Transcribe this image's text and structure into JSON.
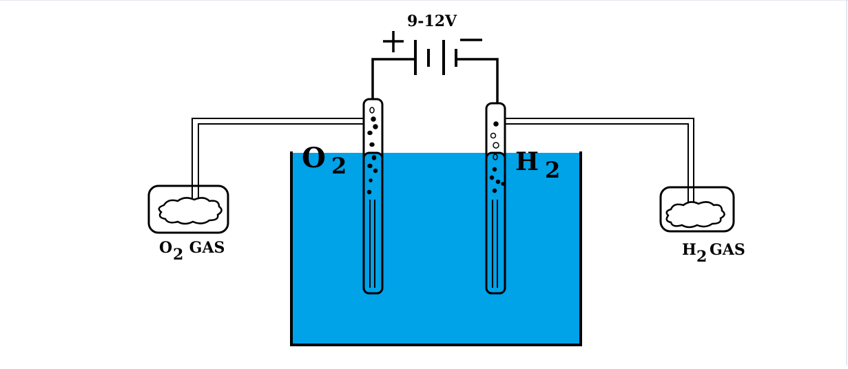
{
  "battery": {
    "voltage_label": "9-12V",
    "plus_sign": "+",
    "minus_sign": "−"
  },
  "electrodes": {
    "left": {
      "gas_symbol": "O",
      "subscript": "2"
    },
    "right": {
      "gas_symbol": "H",
      "subscript": "2"
    }
  },
  "collectors": {
    "left": {
      "symbol": "O",
      "subscript": "2",
      "suffix": " GAS"
    },
    "right": {
      "symbol": "H",
      "subscript": "2",
      "suffix": "GAS"
    }
  },
  "colors": {
    "water": "#00a2e8",
    "outline": "#000000",
    "background": "#ffffff"
  }
}
